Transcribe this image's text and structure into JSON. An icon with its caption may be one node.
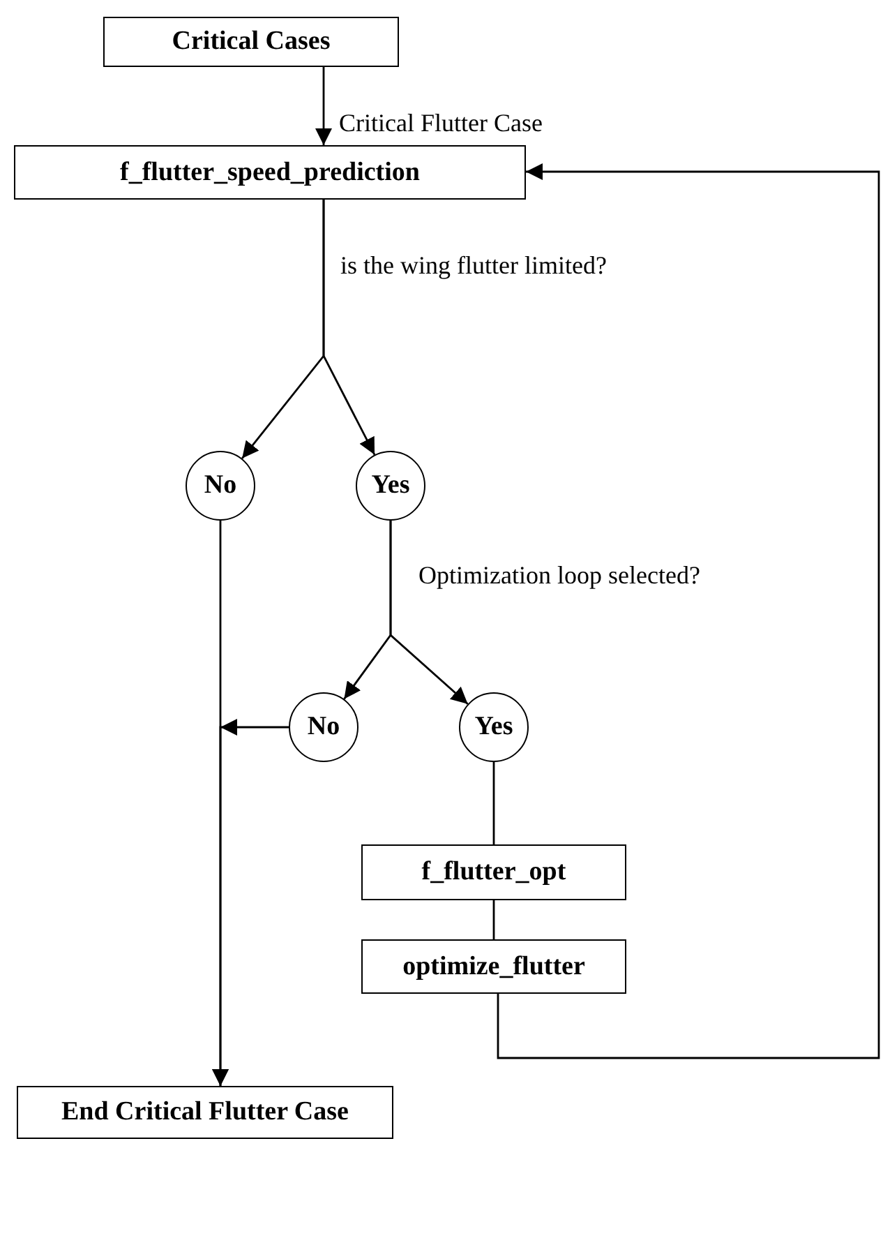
{
  "diagram": {
    "nodes": [
      {
        "text": [
          "Critical Cases"
        ]
      },
      {
        "text": [
          "f_flutter_speed_prediction"
        ]
      },
      {
        "text": [
          "No"
        ]
      },
      {
        "text": [
          "Yes"
        ]
      },
      {
        "text": [
          "No"
        ]
      },
      {
        "text": [
          "Yes"
        ]
      },
      {
        "text": [
          "f_flutter_opt"
        ]
      },
      {
        "text": [
          "optimize_flutter"
        ]
      },
      {
        "text": [
          "End Critical Flutter Case"
        ]
      }
    ],
    "edges": [
      {
        "from": 0,
        "to": 1,
        "arrow": "to",
        "label": "Critical Flutter Case"
      },
      {
        "from": 1,
        "to": 2,
        "arrow": "to"
      },
      {
        "from": 1,
        "to": 3,
        "arrow": "to"
      },
      {
        "from": 3,
        "to": 4,
        "arrow": "to"
      },
      {
        "from": 3,
        "to": 5,
        "arrow": "to"
      },
      {
        "from": 4,
        "to": 8,
        "arrow": "to"
      },
      {
        "from": 2,
        "to": 8,
        "arrow": "to"
      },
      {
        "from": 5,
        "to": 6,
        "arrow": "none"
      },
      {
        "from": 6,
        "to": 7,
        "arrow": "none"
      },
      {
        "from": 7,
        "to": 1,
        "arrow": "to"
      }
    ],
    "labels": [
      "is the wing flutter limited?",
      "Optimization loop selected?"
    ]
  }
}
